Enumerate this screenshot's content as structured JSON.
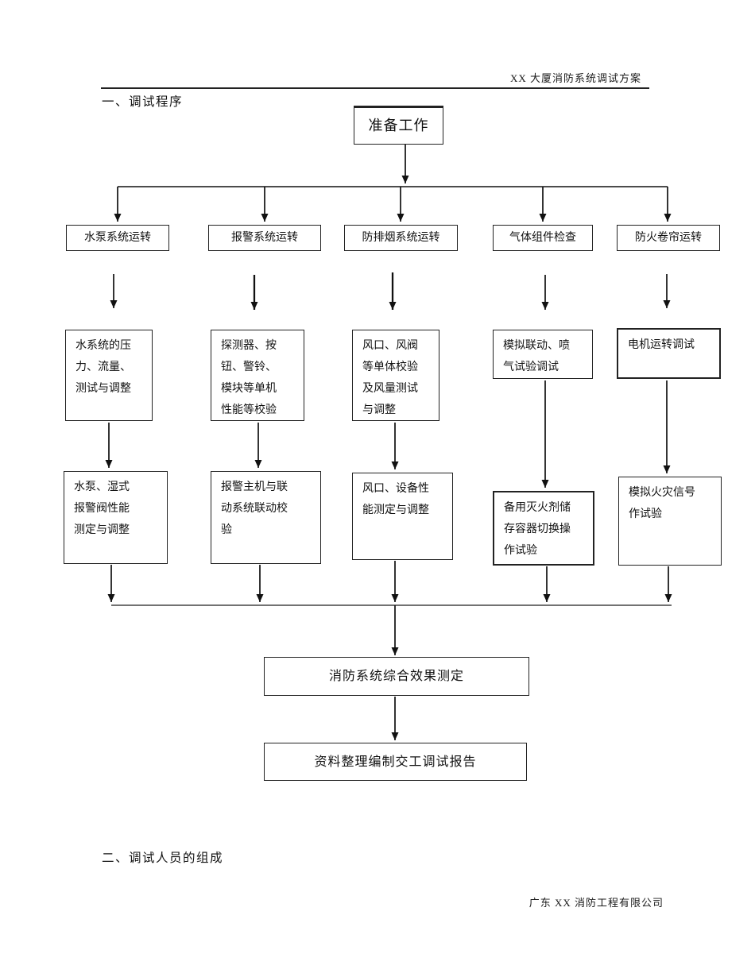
{
  "page": {
    "doc_header": "XX 大厦消防系统调试方案",
    "section1_title": "一、调试程序",
    "section2_title": "二、调试人员的组成",
    "footer_company": "广东 XX 消防工程有限公司"
  },
  "flowchart": {
    "start": "准备工作",
    "level2": [
      "水泵系统运转",
      "报警系统运转",
      "防排烟系统运转",
      "气体组件检查",
      "防火卷帘运转"
    ],
    "level3": [
      "水系统的压\n力、流量、\n测试与调整",
      "探测器、按\n钮、警铃、\n模块等单机\n性能等校验",
      "风口、风阀\n等单体校验\n及风量测试\n与调整",
      "模拟联动、喷\n气试验调试",
      "电机运转调试"
    ],
    "level4": [
      "水泵、湿式\n报警阀性能\n测定与调整",
      "报警主机与联\n动系统联动校\n验",
      "风口、设备性\n能测定与调整",
      "备用灭火剂储\n存容器切换操\n作试验",
      "模拟火灾信号\n作试验"
    ],
    "final_step1": "消防系统综合效果测定",
    "final_step2": "资料整理编制交工调试报告"
  },
  "colors": {
    "line": "#111111",
    "border": "#222222",
    "text": "#1a1a1a"
  }
}
